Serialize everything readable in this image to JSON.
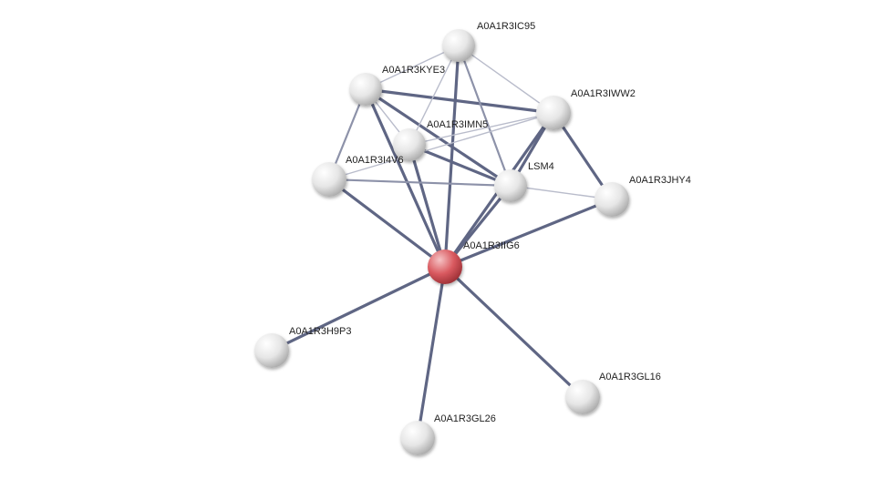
{
  "colors": {
    "background": "#ffffff",
    "query_node": "#d9595f",
    "neighbor_node": "#e9e9e9",
    "strong_edge": "#5f6684",
    "weak_edge": "#b9bccb",
    "label": "#222222"
  },
  "network": {
    "nodes": [
      {
        "id": "A0A1R3IIG6",
        "label": "A0A1R3IIG6",
        "type": "query"
      },
      {
        "id": "A0A1R3IC95",
        "label": "A0A1R3IC95",
        "type": "neighbor"
      },
      {
        "id": "A0A1R3KYE3",
        "label": "A0A1R3KYE3",
        "type": "neighbor"
      },
      {
        "id": "A0A1R3IWW2",
        "label": "A0A1R3IWW2",
        "type": "neighbor"
      },
      {
        "id": "A0A1R3IMN5",
        "label": "A0A1R3IMN5",
        "type": "neighbor"
      },
      {
        "id": "A0A1R3I4V6",
        "label": "A0A1R3I4V6",
        "type": "neighbor"
      },
      {
        "id": "LSM4",
        "label": "LSM4",
        "type": "neighbor"
      },
      {
        "id": "A0A1R3JHY4",
        "label": "A0A1R3JHY4",
        "type": "neighbor"
      },
      {
        "id": "A0A1R3H9P3",
        "label": "A0A1R3H9P3",
        "type": "neighbor"
      },
      {
        "id": "A0A1R3GL16",
        "label": "A0A1R3GL16",
        "type": "neighbor"
      },
      {
        "id": "A0A1R3GL26",
        "label": "A0A1R3GL26",
        "type": "neighbor"
      }
    ],
    "edges": [
      {
        "source": "A0A1R3IIG6",
        "target": "A0A1R3IC95",
        "strength": "strong"
      },
      {
        "source": "A0A1R3IIG6",
        "target": "A0A1R3KYE3",
        "strength": "strong"
      },
      {
        "source": "A0A1R3IIG6",
        "target": "A0A1R3IWW2",
        "strength": "strong"
      },
      {
        "source": "A0A1R3IIG6",
        "target": "A0A1R3IMN5",
        "strength": "strong"
      },
      {
        "source": "A0A1R3IIG6",
        "target": "A0A1R3I4V6",
        "strength": "strong"
      },
      {
        "source": "A0A1R3IIG6",
        "target": "LSM4",
        "strength": "strong"
      },
      {
        "source": "A0A1R3IIG6",
        "target": "A0A1R3JHY4",
        "strength": "strong"
      },
      {
        "source": "A0A1R3IIG6",
        "target": "A0A1R3H9P3",
        "strength": "strong"
      },
      {
        "source": "A0A1R3IIG6",
        "target": "A0A1R3GL16",
        "strength": "strong"
      },
      {
        "source": "A0A1R3IIG6",
        "target": "A0A1R3GL26",
        "strength": "strong"
      },
      {
        "source": "A0A1R3KYE3",
        "target": "A0A1R3IWW2",
        "strength": "strong"
      },
      {
        "source": "A0A1R3KYE3",
        "target": "LSM4",
        "strength": "strong"
      },
      {
        "source": "A0A1R3KYE3",
        "target": "A0A1R3IC95",
        "strength": "weak"
      },
      {
        "source": "A0A1R3KYE3",
        "target": "A0A1R3I4V6",
        "strength": "medium"
      },
      {
        "source": "A0A1R3KYE3",
        "target": "A0A1R3IMN5",
        "strength": "weak"
      },
      {
        "source": "A0A1R3IC95",
        "target": "A0A1R3IWW2",
        "strength": "weak"
      },
      {
        "source": "A0A1R3IC95",
        "target": "LSM4",
        "strength": "medium"
      },
      {
        "source": "A0A1R3IC95",
        "target": "A0A1R3IMN5",
        "strength": "weak"
      },
      {
        "source": "A0A1R3IMN5",
        "target": "A0A1R3IWW2",
        "strength": "weak"
      },
      {
        "source": "A0A1R3IMN5",
        "target": "LSM4",
        "strength": "strong"
      },
      {
        "source": "A0A1R3I4V6",
        "target": "A0A1R3IWW2",
        "strength": "weak"
      },
      {
        "source": "A0A1R3I4V6",
        "target": "LSM4",
        "strength": "medium"
      },
      {
        "source": "A0A1R3IWW2",
        "target": "LSM4",
        "strength": "strong"
      },
      {
        "source": "A0A1R3IWW2",
        "target": "A0A1R3JHY4",
        "strength": "strong"
      },
      {
        "source": "LSM4",
        "target": "A0A1R3JHY4",
        "strength": "weak"
      }
    ]
  }
}
